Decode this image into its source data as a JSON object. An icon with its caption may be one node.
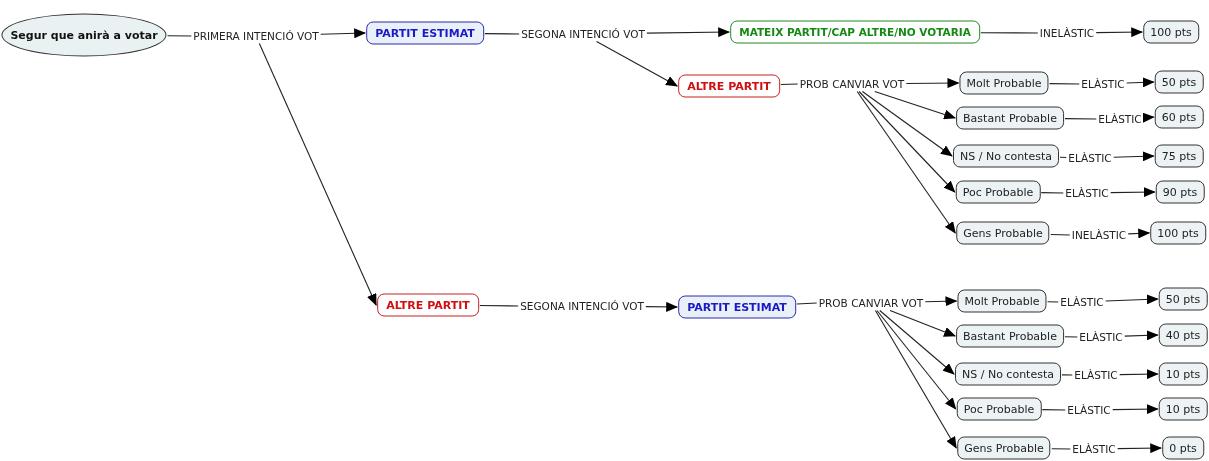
{
  "diagram": {
    "nodes": [
      {
        "text": [
          "Segur que anirà a votar"
        ]
      },
      {
        "text": [
          "PRIMERA INTENCIÓ VOT"
        ]
      },
      {
        "text": [
          "PARTIT ESTIMAT"
        ]
      },
      {
        "text": [
          "SEGONA INTENCIÓ VOT"
        ]
      },
      {
        "text": [
          "MATEIX PARTIT/CAP ALTRE/NO VOTARIA"
        ]
      },
      {
        "text": [
          "INELÀSTIC"
        ]
      },
      {
        "text": [
          "100 pts"
        ]
      },
      {
        "text": [
          "ALTRE PARTIT"
        ]
      },
      {
        "text": [
          "PROB CANVIAR VOT"
        ]
      },
      {
        "text": [
          "Molt Probable"
        ]
      },
      {
        "text": [
          "ELÀSTIC"
        ]
      },
      {
        "text": [
          "50 pts"
        ]
      },
      {
        "text": [
          "Bastant Probable"
        ]
      },
      {
        "text": [
          "ELÀSTIC"
        ]
      },
      {
        "text": [
          "60 pts"
        ]
      },
      {
        "text": [
          "NS / No contesta"
        ]
      },
      {
        "text": [
          "ELÀSTIC"
        ]
      },
      {
        "text": [
          "75 pts"
        ]
      },
      {
        "text": [
          "Poc Probable"
        ]
      },
      {
        "text": [
          "ELÀSTIC"
        ]
      },
      {
        "text": [
          "90 pts"
        ]
      },
      {
        "text": [
          "Gens Probable"
        ]
      },
      {
        "text": [
          "INELÀSTIC"
        ]
      },
      {
        "text": [
          "100 pts"
        ]
      },
      {
        "text": [
          "ALTRE PARTIT"
        ]
      },
      {
        "text": [
          "SEGONA INTENCIÓ VOT"
        ]
      },
      {
        "text": [
          "PARTIT ESTIMAT"
        ]
      },
      {
        "text": [
          "PROB CANVIAR VOT"
        ]
      },
      {
        "text": [
          "Molt Probable"
        ]
      },
      {
        "text": [
          "ELÀSTIC"
        ]
      },
      {
        "text": [
          "50 pts"
        ]
      },
      {
        "text": [
          "Bastant Probable"
        ]
      },
      {
        "text": [
          "ELÀSTIC"
        ]
      },
      {
        "text": [
          "40 pts"
        ]
      },
      {
        "text": [
          "NS / No contesta"
        ]
      },
      {
        "text": [
          "ELÀSTIC"
        ]
      },
      {
        "text": [
          "10 pts"
        ]
      },
      {
        "text": [
          "Poc Probable"
        ]
      },
      {
        "text": [
          "ELÀSTIC"
        ]
      },
      {
        "text": [
          "10 pts"
        ]
      },
      {
        "text": [
          "Gens Probable"
        ]
      },
      {
        "text": [
          "ELÀSTIC"
        ]
      },
      {
        "text": [
          "0 pts"
        ]
      }
    ],
    "edges": [
      {
        "from": 0,
        "to": 1,
        "arrow": "none"
      },
      {
        "from": 1,
        "to": 2,
        "arrow": "to"
      },
      {
        "from": 1,
        "to": 24,
        "arrow": "to"
      },
      {
        "from": 2,
        "to": 3,
        "arrow": "none"
      },
      {
        "from": 3,
        "to": 4,
        "arrow": "to"
      },
      {
        "from": 3,
        "to": 7,
        "arrow": "to"
      },
      {
        "from": 4,
        "to": 5,
        "arrow": "none"
      },
      {
        "from": 5,
        "to": 6,
        "arrow": "to"
      },
      {
        "from": 7,
        "to": 8,
        "arrow": "none"
      },
      {
        "from": 8,
        "to": 9,
        "arrow": "to"
      },
      {
        "from": 8,
        "to": 12,
        "arrow": "to"
      },
      {
        "from": 8,
        "to": 15,
        "arrow": "to"
      },
      {
        "from": 8,
        "to": 18,
        "arrow": "to"
      },
      {
        "from": 8,
        "to": 21,
        "arrow": "to"
      },
      {
        "from": 9,
        "to": 10,
        "arrow": "none"
      },
      {
        "from": 10,
        "to": 11,
        "arrow": "to"
      },
      {
        "from": 12,
        "to": 13,
        "arrow": "none"
      },
      {
        "from": 13,
        "to": 14,
        "arrow": "to"
      },
      {
        "from": 15,
        "to": 16,
        "arrow": "none"
      },
      {
        "from": 16,
        "to": 17,
        "arrow": "to"
      },
      {
        "from": 18,
        "to": 19,
        "arrow": "none"
      },
      {
        "from": 19,
        "to": 20,
        "arrow": "to"
      },
      {
        "from": 21,
        "to": 22,
        "arrow": "none"
      },
      {
        "from": 22,
        "to": 23,
        "arrow": "to"
      },
      {
        "from": 24,
        "to": 25,
        "arrow": "none"
      },
      {
        "from": 25,
        "to": 26,
        "arrow": "to"
      },
      {
        "from": 26,
        "to": 27,
        "arrow": "none"
      },
      {
        "from": 27,
        "to": 28,
        "arrow": "to"
      },
      {
        "from": 27,
        "to": 31,
        "arrow": "to"
      },
      {
        "from": 27,
        "to": 34,
        "arrow": "to"
      },
      {
        "from": 27,
        "to": 37,
        "arrow": "to"
      },
      {
        "from": 27,
        "to": 40,
        "arrow": "to"
      },
      {
        "from": 28,
        "to": 29,
        "arrow": "none"
      },
      {
        "from": 29,
        "to": 30,
        "arrow": "to"
      },
      {
        "from": 31,
        "to": 32,
        "arrow": "none"
      },
      {
        "from": 32,
        "to": 33,
        "arrow": "to"
      },
      {
        "from": 34,
        "to": 35,
        "arrow": "none"
      },
      {
        "from": 35,
        "to": 36,
        "arrow": "to"
      },
      {
        "from": 37,
        "to": 38,
        "arrow": "none"
      },
      {
        "from": 38,
        "to": 39,
        "arrow": "to"
      },
      {
        "from": 40,
        "to": 41,
        "arrow": "none"
      },
      {
        "from": 41,
        "to": 42,
        "arrow": "to"
      }
    ]
  }
}
